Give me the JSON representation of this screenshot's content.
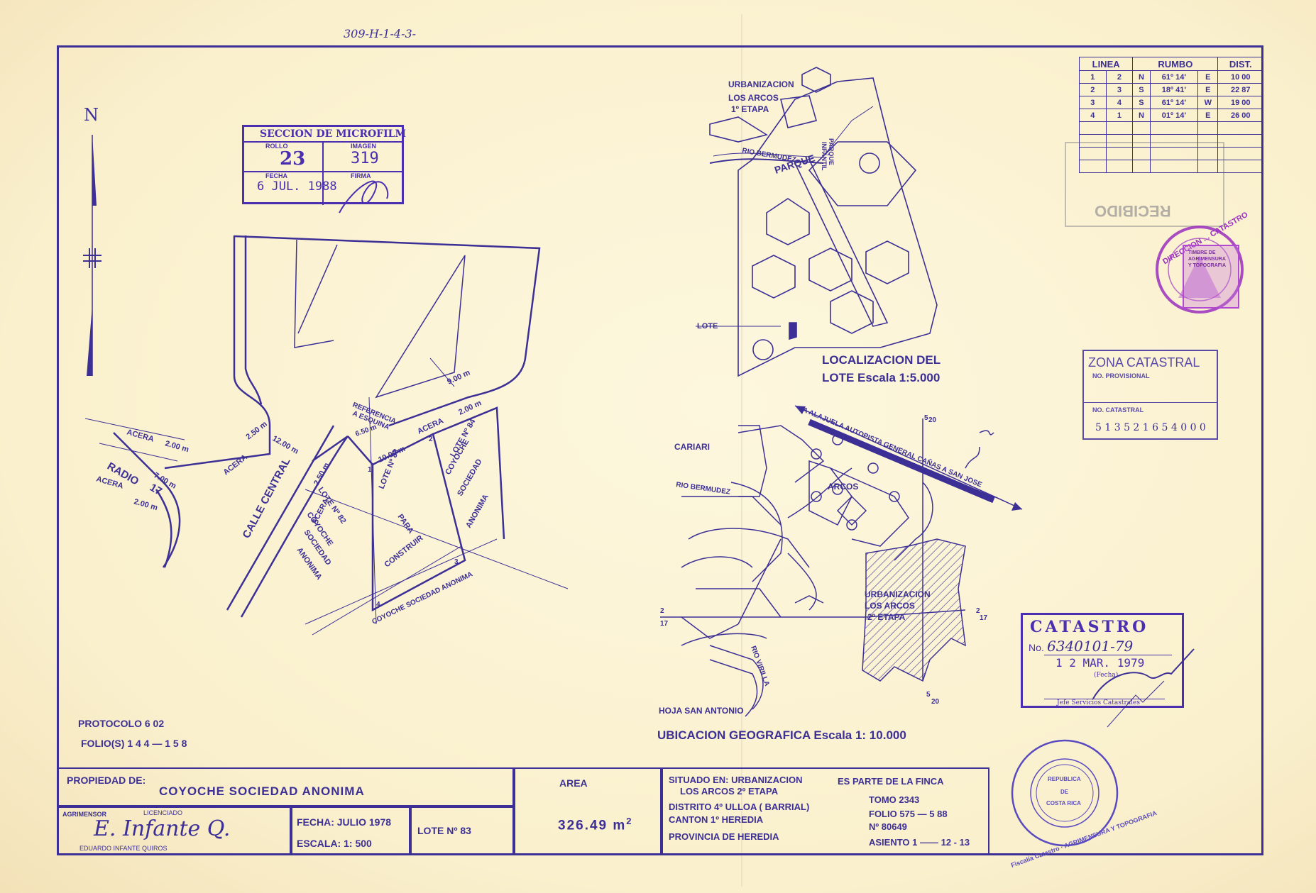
{
  "top_ref": "309-H-1-4-3-",
  "north": "N",
  "microfilm": {
    "title": "SECCION DE MICROFILM",
    "rollo_label": "ROLLO",
    "rollo": "23",
    "imagen_label": "IMAGEN",
    "imagen": "319",
    "fecha_label": "FECHA",
    "fecha": "6  JUL. 1988",
    "firma_label": "FIRMA"
  },
  "site_plan": {
    "acera_200": "ACERA",
    "acera_200_dim": "2.00 m",
    "acera_250a": "ACERA",
    "acera_250a_dim": "2.50 m",
    "dim_12": "12.00 m",
    "radio": "RADIO",
    "radio_val": "17",
    "dim_7": "7.00 m",
    "acera_b": "ACERA",
    "acera_b_dim": "2.00 m",
    "calle": "CALLE  CENTRAL",
    "acera_c": "ACERA",
    "acera_c_dim": "2.50 m",
    "ref1": "REFERENCIA",
    "ref2": "A ESQUINA",
    "ref_dim": "6.50 m",
    "acera_d": "ACERA",
    "acera_d_dim": "2.00 m",
    "dim_9": "9.00 m",
    "dim_10": "10.00 m",
    "lote82": [
      "LOTE Nº 82",
      "COYOCHE",
      "SOCIEDAD",
      "ANONIMA"
    ],
    "lote83": [
      "LOTE Nº 83",
      "PARA",
      "CONSTRUIR"
    ],
    "lote84": [
      "LOTE Nº 84",
      "COYOCHE",
      "SOCIEDAD",
      "ANONIMA"
    ],
    "south": "COYOCHE SOCIEDAD ANONIMA",
    "p1": "1",
    "p2": "2",
    "p3": "3",
    "p4": "4"
  },
  "rumbo_table": {
    "headers": [
      "LINEA",
      "RUMBO",
      "DIST."
    ],
    "rows": [
      [
        "1",
        "2",
        "N",
        "61º  14'",
        "E",
        "10 00"
      ],
      [
        "2",
        "3",
        "S",
        "18º  41'",
        "E",
        "22 87"
      ],
      [
        "3",
        "4",
        "S",
        "61º  14'",
        "W",
        "19 00"
      ],
      [
        "4",
        "1",
        "N",
        "01º  14'",
        "E",
        "26 00"
      ],
      [
        "",
        "",
        "",
        "",
        "",
        ""
      ],
      [
        "",
        "",
        "",
        "",
        "",
        ""
      ],
      [
        "",
        "",
        "",
        "",
        "",
        ""
      ],
      [
        "",
        "",
        "",
        "",
        "",
        ""
      ]
    ]
  },
  "recibido": "RECIBIDO",
  "direccion_stamp": "DIRECCION ... CATASTRO",
  "timbre": [
    "TIMBRE DE",
    "AGRIMENSURA",
    "Y TOPOGRAFIA"
  ],
  "localizacion": {
    "urb1": "URBANIZACION",
    "urb2": "LOS  ARCOS",
    "urb3": "1º  ETAPA",
    "rio": "RIO   BERMUDEZ",
    "parque": "PARQUE",
    "parque_inf1": "PARQUE",
    "parque_inf2": "INFANTIL",
    "lote": "LOTE",
    "title1": "LOCALIZACION  DEL",
    "title2": "LOTE  Escala  1:5.000"
  },
  "zona": {
    "title": "ZONA CATASTRAL",
    "prov": "NO. PROVISIONAL",
    "cat": "NO. CATASTRAL",
    "digits": "5 1 3 5 2 1 6 5  4 0 0 0"
  },
  "ubicacion": {
    "cariari": "CARIARI",
    "alajuela": "A ALAJUELA   AUTOPISTA  GENERAL  CAÑAS    A SAN JOSE",
    "arcos": "ARCOS",
    "rio_bermudez": "RIO  BERMUDEZ",
    "urb1": "URBANIZACION",
    "urb2": "LOS  ARCOS",
    "urb3": "2º  ETAPA",
    "rio_virilla": "RIO  VIRILLA",
    "g520a": "5",
    "g520b": "20",
    "g217a": "2",
    "g217b": "17",
    "hoja": "HOJA  SAN  ANTONIO",
    "title": "UBICACION  GEOGRAFICA  Escala  1: 10.000"
  },
  "catastro": {
    "title": "CATASTRO",
    "no_label": "No.",
    "no": "6340101-79",
    "fecha": "1 2  MAR. 1979",
    "fecha_label": "(Fecha)",
    "jefe": "Jefe Servicios Catastrales"
  },
  "protocolo": "PROTOCOLO  6 02",
  "folios": "FOLIO(S)  1 4 4 — 1 5 8",
  "fiscalia": {
    "outer": "Fiscalía Catastro  ·  AGRIMENSURA Y TOPOGRAFIA",
    "inner1": "REPUBLICA",
    "inner2": "DE",
    "inner3": "COSTA RICA"
  },
  "title_block": {
    "propiedad_label": "PROPIEDAD DE:",
    "propietario": "COYOCHE  SOCIEDAD  ANONIMA",
    "agrimensor": "AGRIMENSOR",
    "licenciado": "LICENCIADO",
    "firma": "E. Infante Q.",
    "nombre": "EDUARDO      INFANTE      QUIROS",
    "fecha": "FECHA: JULIO  1978",
    "escala": "ESCALA: 1: 500",
    "lote": "LOTE  Nº  83",
    "area_label": "AREA",
    "area": "326.49 m",
    "area_exp": "2",
    "situado1": "SITUADO EN: URBANIZACION",
    "situado2": "LOS  ARCOS 2º ETAPA",
    "distrito": "DISTRITO  4º ULLOA  ( BARRIAL)",
    "canton": "CANTON   1º HEREDIA",
    "provincia": "PROVINCIA DE HEREDIA",
    "parte": "ES PARTE DE LA FINCA",
    "tomo": "TOMO  2343",
    "folio": "FOLIO  575 — 5 88",
    "numero": "Nº     80649",
    "asiento": "ASIENTO  1 —— 12 - 13"
  },
  "colors": {
    "ink": "#3c2f96",
    "stamp": "#4a2fb0",
    "paper": "#fbf3d3",
    "violet": "#9a2fc0"
  }
}
